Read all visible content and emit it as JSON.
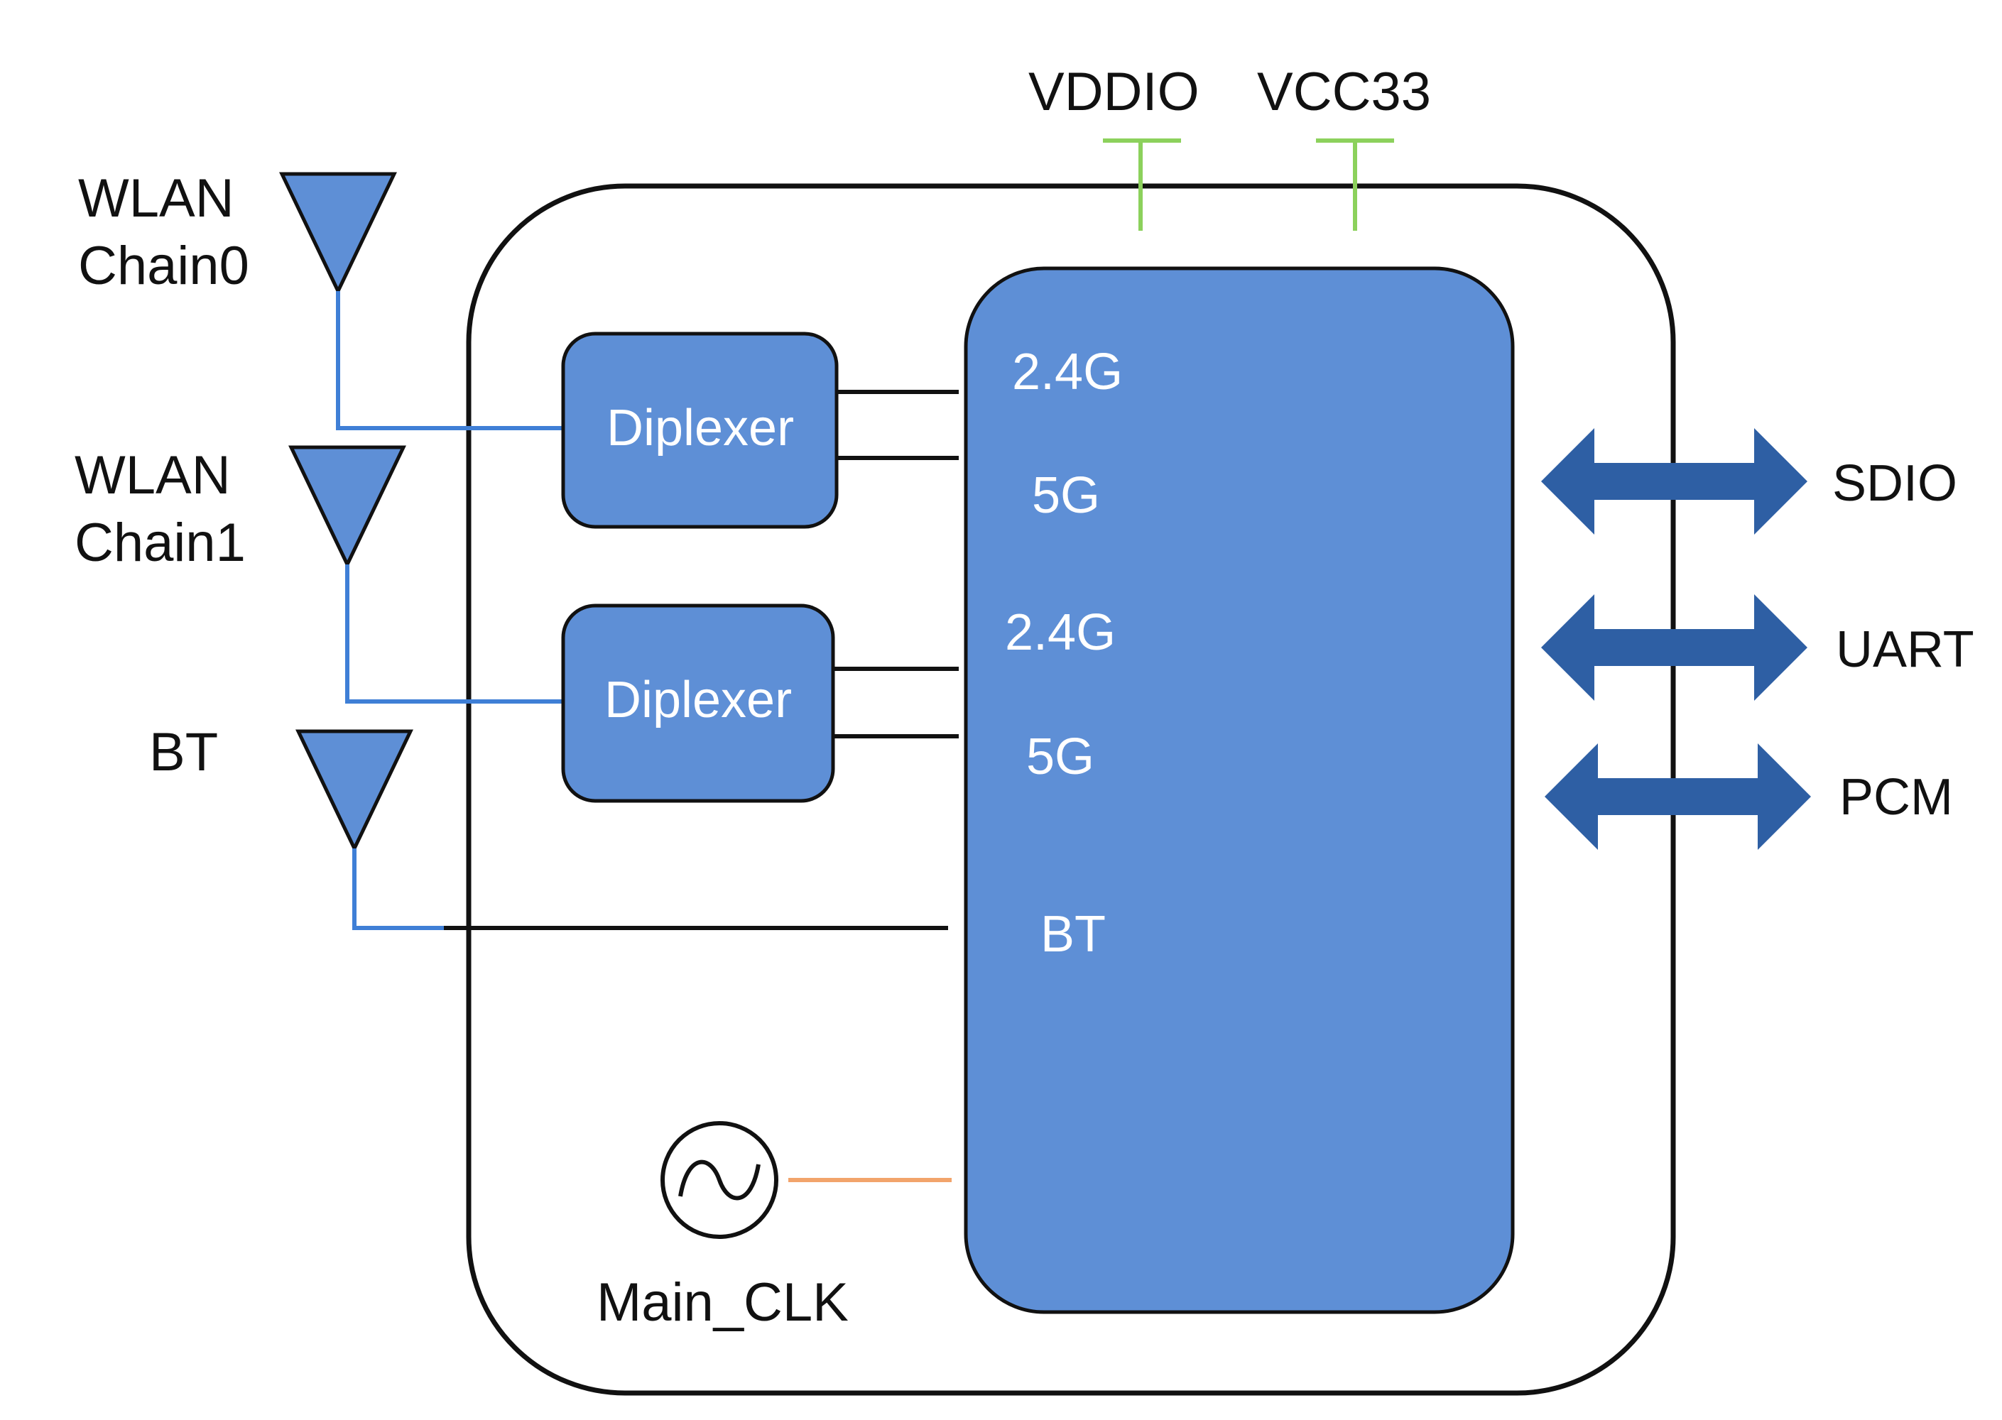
{
  "power_rails": [
    "VDDIO",
    "VCC33"
  ],
  "antennas": {
    "chain0": [
      "WLAN",
      "Chain0"
    ],
    "chain1": [
      "WLAN",
      "Chain1"
    ],
    "bt": "BT"
  },
  "diplexers": [
    "Diplexer",
    "Diplexer"
  ],
  "chip_ports": [
    "2.4G",
    "5G",
    "2.4G",
    "5G",
    "BT"
  ],
  "interfaces": [
    "SDIO",
    "UART",
    "PCM"
  ],
  "clock": "Main_CLK",
  "colors": {
    "chip_fill": "#5e8fd6",
    "antenna_fill": "#5e8fd6",
    "arrow_fill": "#2e5fa4",
    "rf_line": "#3f7fd6",
    "power_line": "#8cd15c",
    "clock_line": "#f2a46b",
    "outline": "#111111"
  }
}
